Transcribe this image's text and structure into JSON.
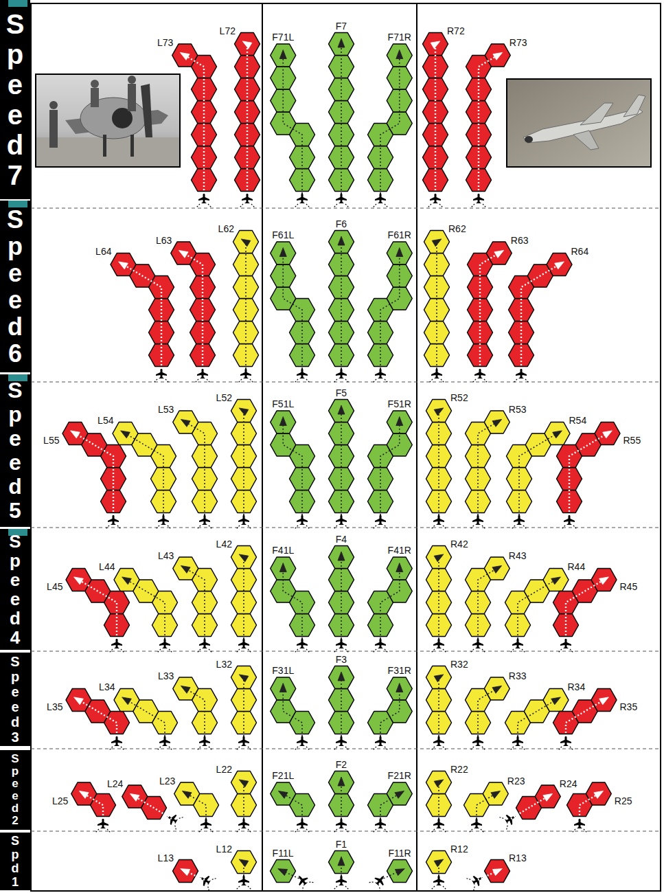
{
  "diagram": {
    "nodes": [
      {
        "text": [
          "Speed 7"
        ]
      },
      {
        "text": [
          "Speed 6"
        ]
      },
      {
        "text": [
          "Speed 5"
        ]
      },
      {
        "text": [
          "Speed 4"
        ]
      },
      {
        "text": [
          "Speed 3"
        ]
      },
      {
        "text": [
          "Speed 2"
        ]
      },
      {
        "text": [
          "Spd 1"
        ]
      }
    ],
    "labels": [
      "L73",
      "L72",
      "F71L",
      "F7",
      "F71R",
      "R72",
      "R73",
      "L64",
      "L63",
      "L62",
      "F61L",
      "F6",
      "F61R",
      "R62",
      "R63",
      "R64",
      "L55",
      "L54",
      "L53",
      "L52",
      "F51L",
      "F5",
      "F51R",
      "R52",
      "R53",
      "R54",
      "R55",
      "L45",
      "L44",
      "L43",
      "L42",
      "F41L",
      "F4",
      "F41R",
      "R42",
      "R43",
      "R44",
      "R45",
      "L35",
      "L34",
      "L33",
      "L32",
      "F31L",
      "F3",
      "F31R",
      "R32",
      "R33",
      "R34",
      "R35",
      "L25",
      "L24",
      "L23",
      "L22",
      "F21L",
      "F2",
      "F21R",
      "R22",
      "R23",
      "R24",
      "R25",
      "L13",
      "L12",
      "F11L",
      "F1",
      "F11R",
      "R12",
      "R13"
    ]
  }
}
